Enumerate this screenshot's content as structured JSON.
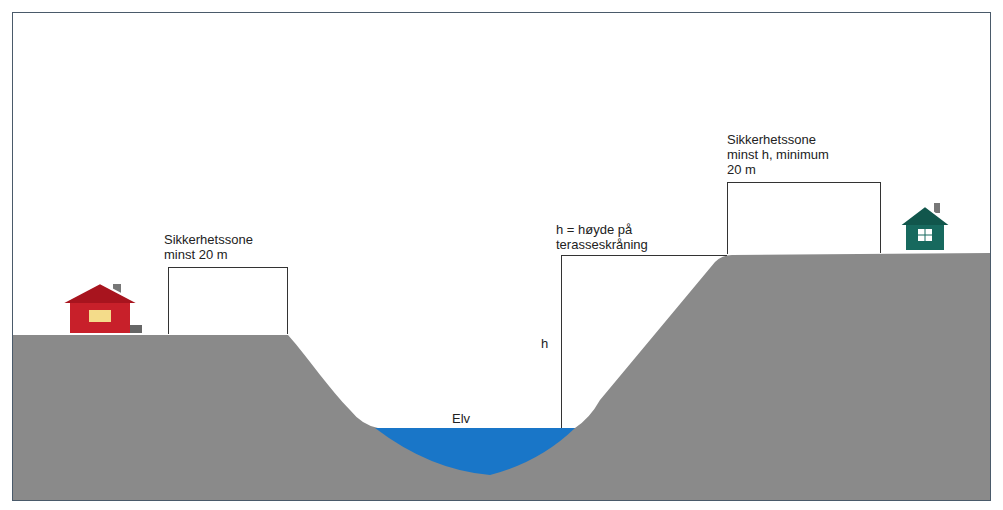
{
  "diagram": {
    "labels": [
      "Sikkerhetssone minst 20 m",
      "h = høyde på terasseskråning",
      "Sikkerhetssone minst h, minimum 20 m",
      "h",
      "Elv"
    ]
  }
}
